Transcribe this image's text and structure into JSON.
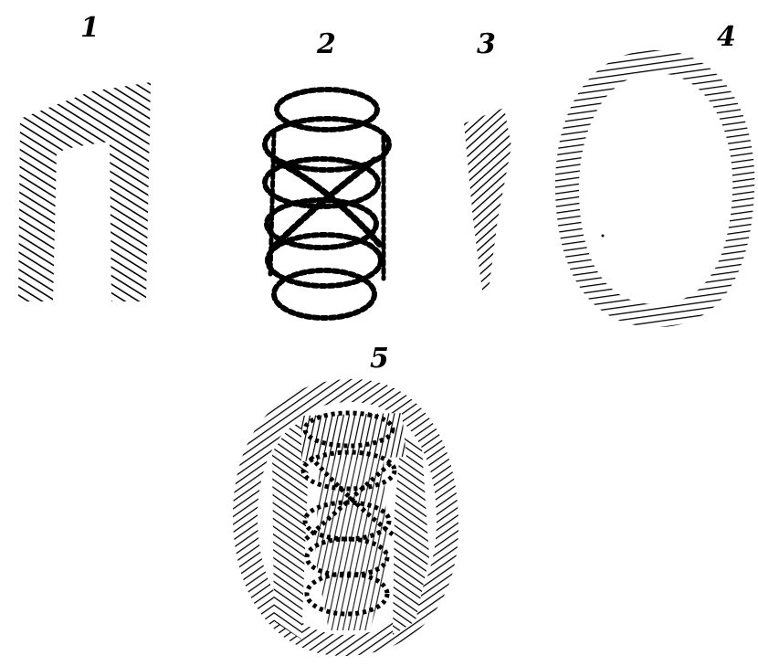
{
  "figures": [
    {
      "label": "1",
      "shape": "inverted-u"
    },
    {
      "label": "2",
      "shape": "stacked-rings"
    },
    {
      "label": "3",
      "shape": "wedge"
    },
    {
      "label": "4",
      "shape": "oval-ring"
    },
    {
      "label": "5",
      "shape": "combined-figure"
    }
  ],
  "colors": {
    "ink": "#000000",
    "paper": "#ffffff"
  }
}
